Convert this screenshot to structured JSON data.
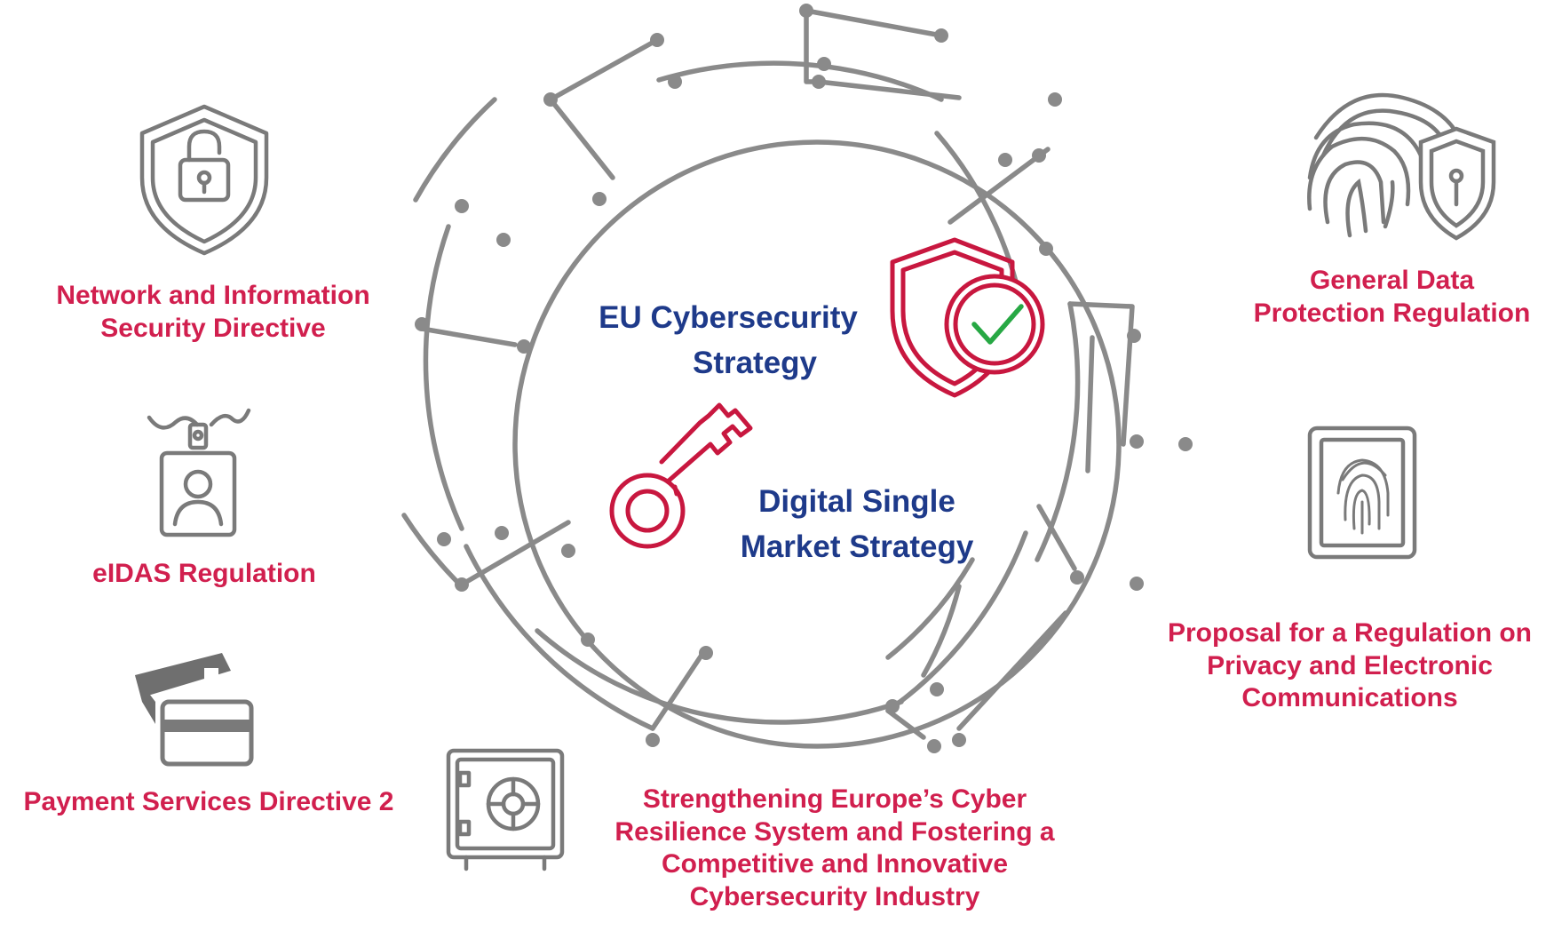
{
  "colors": {
    "label_red": "#d11f4e",
    "label_blue": "#1e3a8a",
    "circuit_gray": "#8a8a8a",
    "icon_gray": "#7a7a7a",
    "icon_red": "#c8173f",
    "check_green": "#27a844"
  },
  "center": {
    "strategy_1": {
      "icon": "shield-check-icon",
      "lines": [
        "EU Cybersecurity",
        "Strategy"
      ]
    },
    "strategy_2": {
      "icon": "key-icon",
      "lines": [
        "Digital Single",
        "Market Strategy"
      ]
    }
  },
  "items": [
    {
      "icon": "shield-lock-icon",
      "lines": [
        "Network and Information",
        "Security Directive"
      ]
    },
    {
      "icon": "id-badge-icon",
      "lines": [
        "eIDAS Regulation"
      ]
    },
    {
      "icon": "credit-cards-icon",
      "lines": [
        "Payment Services Directive 2"
      ]
    },
    {
      "icon": "safe-icon",
      "lines": [
        "Strengthening Europe’s Cyber",
        "Resilience System and Fostering a",
        "Competitive and Innovative",
        "Cybersecurity Industry"
      ]
    },
    {
      "icon": "fingerprint-shield-icon",
      "lines": [
        "General Data",
        "Protection Regulation"
      ]
    },
    {
      "icon": "fingerprint-tablet-icon",
      "lines": [
        "Proposal for a Regulation on",
        "Privacy and Electronic",
        "Communications"
      ]
    }
  ]
}
